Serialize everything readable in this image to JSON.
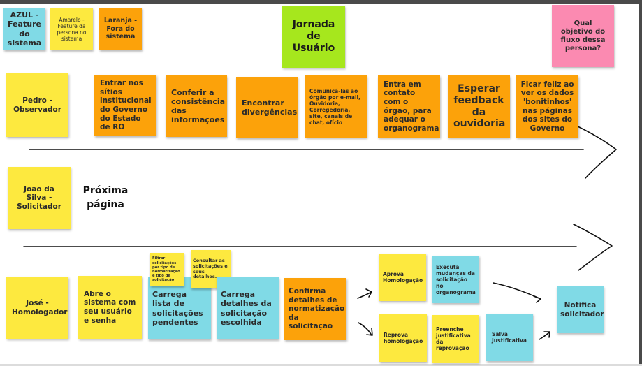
{
  "legend": {
    "blue": "AZUL - Feature do sistema",
    "yellow": "Amarelo - Feature da persona no sistema",
    "orange": "Laranja - Fora do sistema"
  },
  "journey_title": "Jornada de Usuário",
  "question": "Qual objetivo do fluxo dessa persona?",
  "lane1": {
    "persona": "Pedro - Observador",
    "steps": [
      "Entrar nos sítios institucional do Governo do Estado de RO",
      "Conferir a consistência das informações",
      "Encontrar divergências",
      "Comunicá-las ao órgão por e-mail, Ouvidoria, Corregedoria, site, canais de chat, ofício",
      "Entra em contato com o órgão, para adequar o organograma",
      "Esperar feedback da ouvidoria",
      "Ficar feliz ao ver os dados 'bonitinhos' nas páginas dos sites do Governo"
    ]
  },
  "lane2": {
    "persona": "João da Silva - Solicitador",
    "next_page": "Próxima página"
  },
  "lane3": {
    "persona": "José - Homologador",
    "steps": {
      "login": "Abre o sistema com seu usuário e senha",
      "filter": "Filtrar solicitações por tipo de normatização e tipo de solicitação",
      "consult": "Consultar as solicitações e seus detalhes.",
      "load_list": "Carrega lista de solicitações pendentes",
      "load_details": "Carrega detalhes da solicitação escolhida",
      "confirm": "Confirma detalhes de normatização da solicitação",
      "approve": "Aprova Homologação",
      "execute": "Executa mudanças da solicitação no organograma",
      "reject": "Reprova homologação",
      "justify": "Preenche justificativa da reprovação",
      "save": "Salva Justificativa",
      "notify": "Notifica solicitador"
    }
  },
  "colors": {
    "blue": "#80dae6",
    "yellow": "#fde93f",
    "orange": "#fca20a",
    "green": "#a6e71d",
    "pink": "#fb8ab1"
  }
}
